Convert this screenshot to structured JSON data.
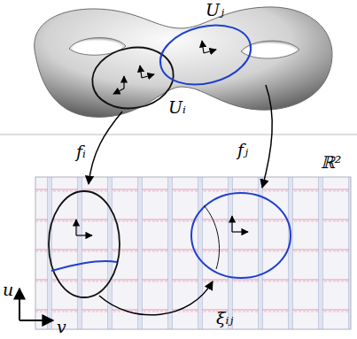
{
  "diagram": {
    "labels": [
      "Uⱼ",
      "Uᵢ",
      "fᵢ",
      "fⱼ",
      "ℝ²",
      "u",
      "v",
      "ξᵢⱼ"
    ]
  }
}
